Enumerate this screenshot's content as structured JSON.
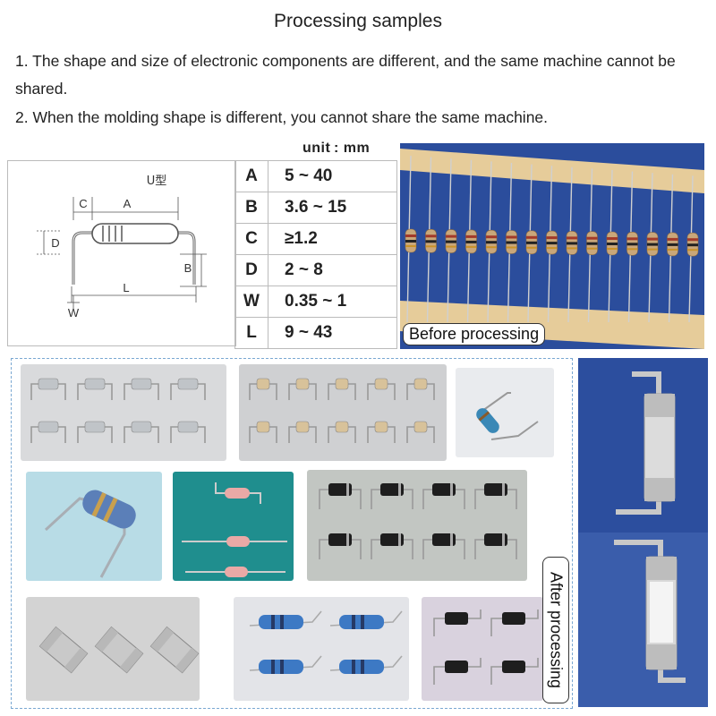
{
  "title": "Processing samples",
  "paragraphs": [
    "1. The shape and size of electronic components are different, and the same machine cannot be shared.",
    "2. When the molding shape is different, you cannot share the same machine."
  ],
  "unit_label": "unit : mm",
  "diagram": {
    "caption": "U型",
    "labels": {
      "a": "A",
      "b": "B",
      "c": "C",
      "d": "D",
      "w": "W",
      "l": "L"
    }
  },
  "spec_table": [
    {
      "key": "A",
      "value": "5 ~ 40"
    },
    {
      "key": "B",
      "value": "3.6 ~ 15"
    },
    {
      "key": "C",
      "value": "≥1.2"
    },
    {
      "key": "D",
      "value": "2 ~ 8"
    },
    {
      "key": "W",
      "value": "0.35 ~ 1"
    },
    {
      "key": "L",
      "value": "9 ~ 43"
    }
  ],
  "before_label": "Before processing",
  "after_label": "After processing",
  "photo_names": [
    "glass-fuse-samples",
    "small-resistor-samples",
    "blue-resistor-closeup",
    "blue-resistor-bent",
    "pink-resistor-samples",
    "black-diode-samples",
    "glass-fuse-closeup",
    "blue-resistor-pairs",
    "diode-pairs"
  ],
  "colors": {
    "before_background": "#2b4d9c",
    "paper_tape": "#e6cc9a",
    "after_frame": "#7aa8d2",
    "fuse_background": "#2c4e9e"
  }
}
